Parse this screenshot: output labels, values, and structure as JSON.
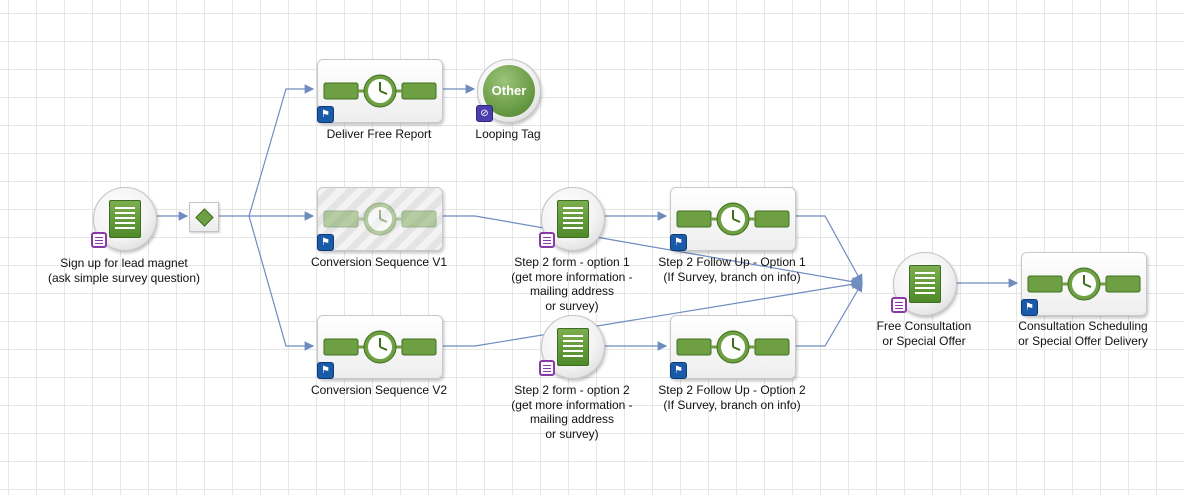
{
  "nodes": {
    "signup": {
      "label_line1": "Sign up for lead magnet",
      "label_line2": "(ask simple survey question)"
    },
    "deliver_report": {
      "label": "Deliver Free Report"
    },
    "looping_tag": {
      "label": "Looping Tag",
      "ball_text": "Other"
    },
    "conv_v1": {
      "label": "Conversion Sequence V1"
    },
    "conv_v2": {
      "label": "Conversion Sequence V2"
    },
    "step2_form_1": {
      "line1": "Step 2 form - option 1",
      "line2": "(get more information -",
      "line3": "mailing address",
      "line4": "or survey)"
    },
    "step2_form_2": {
      "line1": "Step 2 form - option 2",
      "line2": "(get more information -",
      "line3": "mailing address",
      "line4": "or survey)"
    },
    "followup_1": {
      "line1": "Step 2 Follow Up - Option 1",
      "line2": "(If Survey, branch on info)"
    },
    "followup_2": {
      "line1": "Step 2 Follow Up - Option 2",
      "line2": "(If Survey, branch on info)"
    },
    "free_consult": {
      "line1": "Free Consultation",
      "line2": "or Special Offer"
    },
    "consult_sched": {
      "line1": "Consultation Scheduling",
      "line2": "or Special Offer Delivery"
    }
  },
  "colors": {
    "connector": "#6f8cbf",
    "green": "#6ea043",
    "flag_badge": "#1a5aa8",
    "form_badge": "#8a3aa8",
    "tag_badge": "#4b3fb0"
  },
  "icons": {
    "sequence": "clock-timeline-icon",
    "form": "web-form-icon",
    "flag": "flag-icon",
    "tag": "tag-icon",
    "split": "diamond-split-icon"
  }
}
